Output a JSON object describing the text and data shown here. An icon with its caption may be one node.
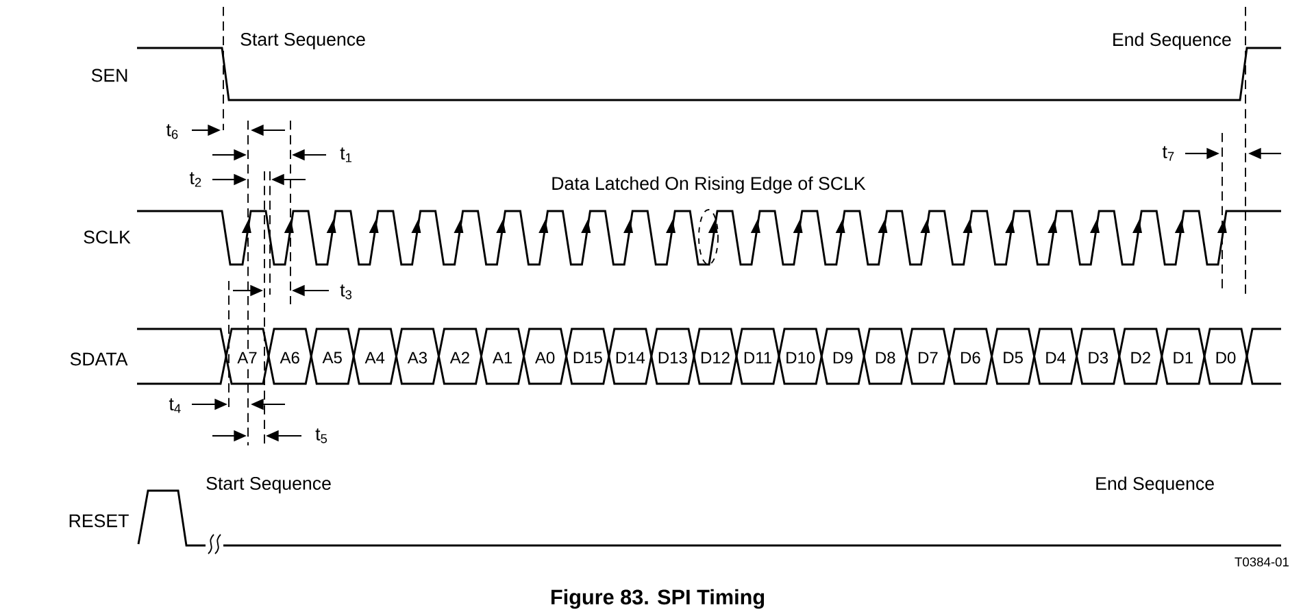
{
  "diagram": {
    "caption": "Figure 83. SPI Timing",
    "nodes": [
      {
        "text": [
          "A7"
        ]
      },
      {
        "text": [
          "A6"
        ]
      },
      {
        "text": [
          "A5"
        ]
      },
      {
        "text": [
          "A4"
        ]
      },
      {
        "text": [
          "A3"
        ]
      },
      {
        "text": [
          "A2"
        ]
      },
      {
        "text": [
          "A1"
        ]
      },
      {
        "text": [
          "A0"
        ]
      },
      {
        "text": [
          "D15"
        ]
      },
      {
        "text": [
          "D14"
        ]
      },
      {
        "text": [
          "D13"
        ]
      },
      {
        "text": [
          "D12"
        ]
      },
      {
        "text": [
          "D11"
        ]
      },
      {
        "text": [
          "D10"
        ]
      },
      {
        "text": [
          "D9"
        ]
      },
      {
        "text": [
          "D8"
        ]
      },
      {
        "text": [
          "D7"
        ]
      },
      {
        "text": [
          "D6"
        ]
      },
      {
        "text": [
          "D5"
        ]
      },
      {
        "text": [
          "D4"
        ]
      },
      {
        "text": [
          "D3"
        ]
      },
      {
        "text": [
          "D2"
        ]
      },
      {
        "text": [
          "D1"
        ]
      },
      {
        "text": [
          "D0"
        ]
      }
    ],
    "labels": [
      "Start Sequence",
      "End Sequence",
      "SEN",
      "t$_{6}$",
      "t$_{1}$",
      "t$_{7}$",
      "t$_{2}$",
      "Data Latched On Rising Edge of SCLK",
      "SCLK",
      "t$_{3}$",
      "SDATA",
      "t$_{4}$",
      "t$_{5}$",
      "Start Sequence",
      "End Sequence",
      "RESET",
      "T0384-01"
    ]
  }
}
